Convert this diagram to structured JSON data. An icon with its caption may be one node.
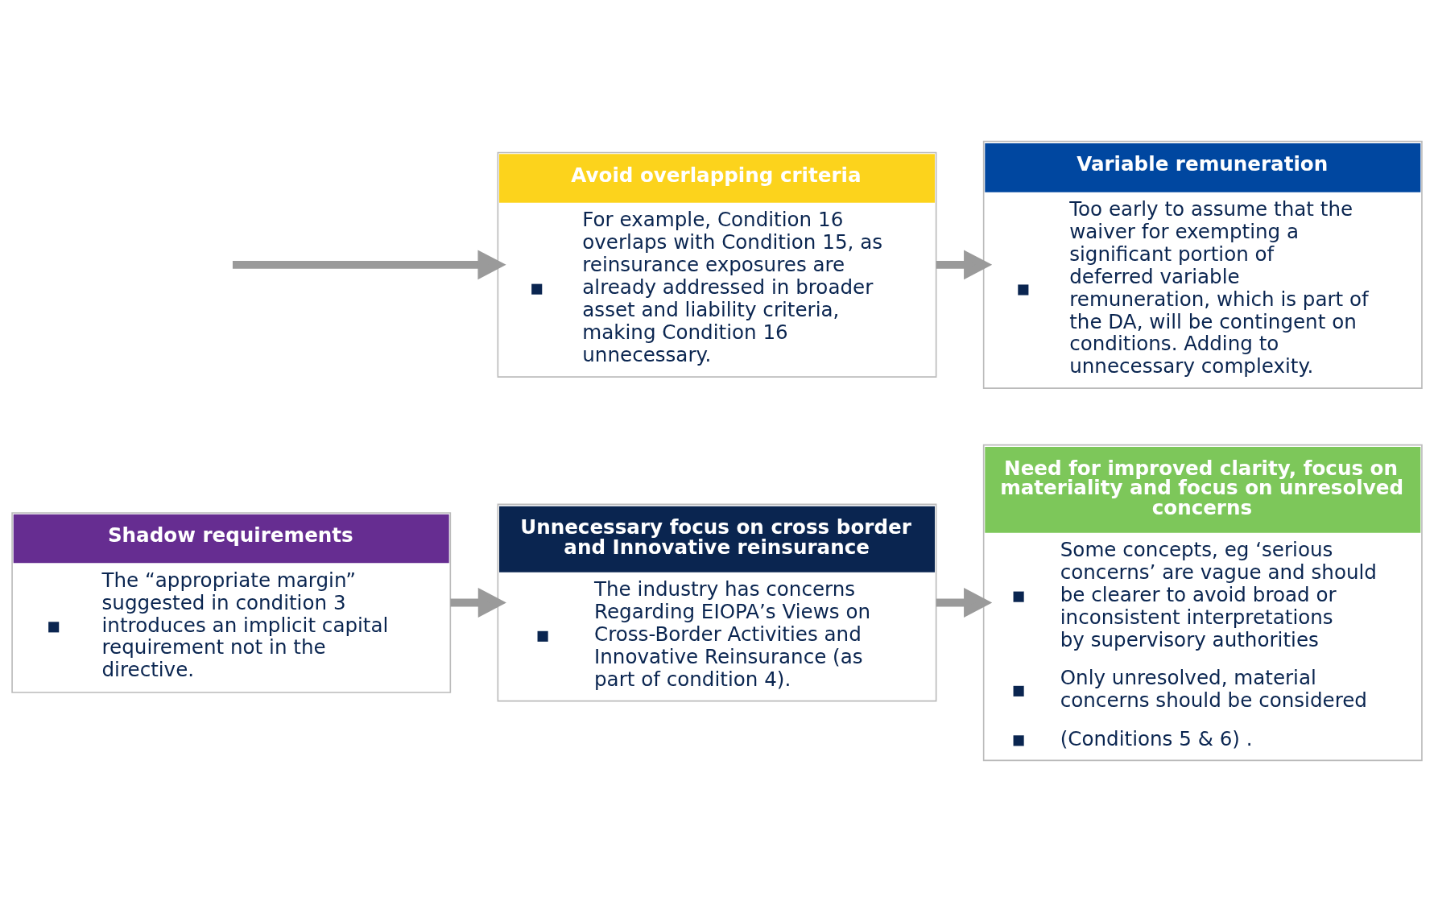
{
  "diagram": {
    "nodes": [
      {
        "text": [
          "Shadow requirements",
          "The “appropriate margin” suggested in condition 3 introduces an implicit capital requirement not in the directive."
        ]
      },
      {
        "text": [
          "Unnecessary focus on cross border and Innovative reinsurance",
          "The industry has concerns Regarding EIOPA’s Views on Cross-Border Activities and Innovative Reinsurance (as part of condition 4)."
        ]
      },
      {
        "text": [
          "Need for improved clarity, focus on materiality and focus on unresolved concerns",
          "Some concepts, eg ‘serious concerns’ are vague and should be clearer to avoid broad or inconsistent interpretations by supervisory authorities",
          "Only unresolved, material concerns should be considered",
          "(Conditions 5 & 6) ."
        ]
      },
      {
        "text": [
          "Avoid overlapping criteria",
          "For example, Condition 16 overlaps with Condition 15, as reinsurance exposures are already addressed in broader asset and liability criteria, making Condition 16 unnecessary."
        ]
      },
      {
        "text": [
          "Variable remuneration",
          "Too early to assume that the waiver for exempting a significant portion of deferred variable remuneration, which is part of the DA, will be contingent on conditions. Adding to unnecessary complexity."
        ]
      }
    ],
    "edges": [
      {
        "from": 0,
        "to": 1,
        "arrow": "to"
      },
      {
        "from": 1,
        "to": 2,
        "arrow": "to"
      },
      {
        "from": null,
        "to": 3,
        "arrow": "to"
      },
      {
        "from": 3,
        "to": 4,
        "arrow": "to"
      }
    ]
  }
}
